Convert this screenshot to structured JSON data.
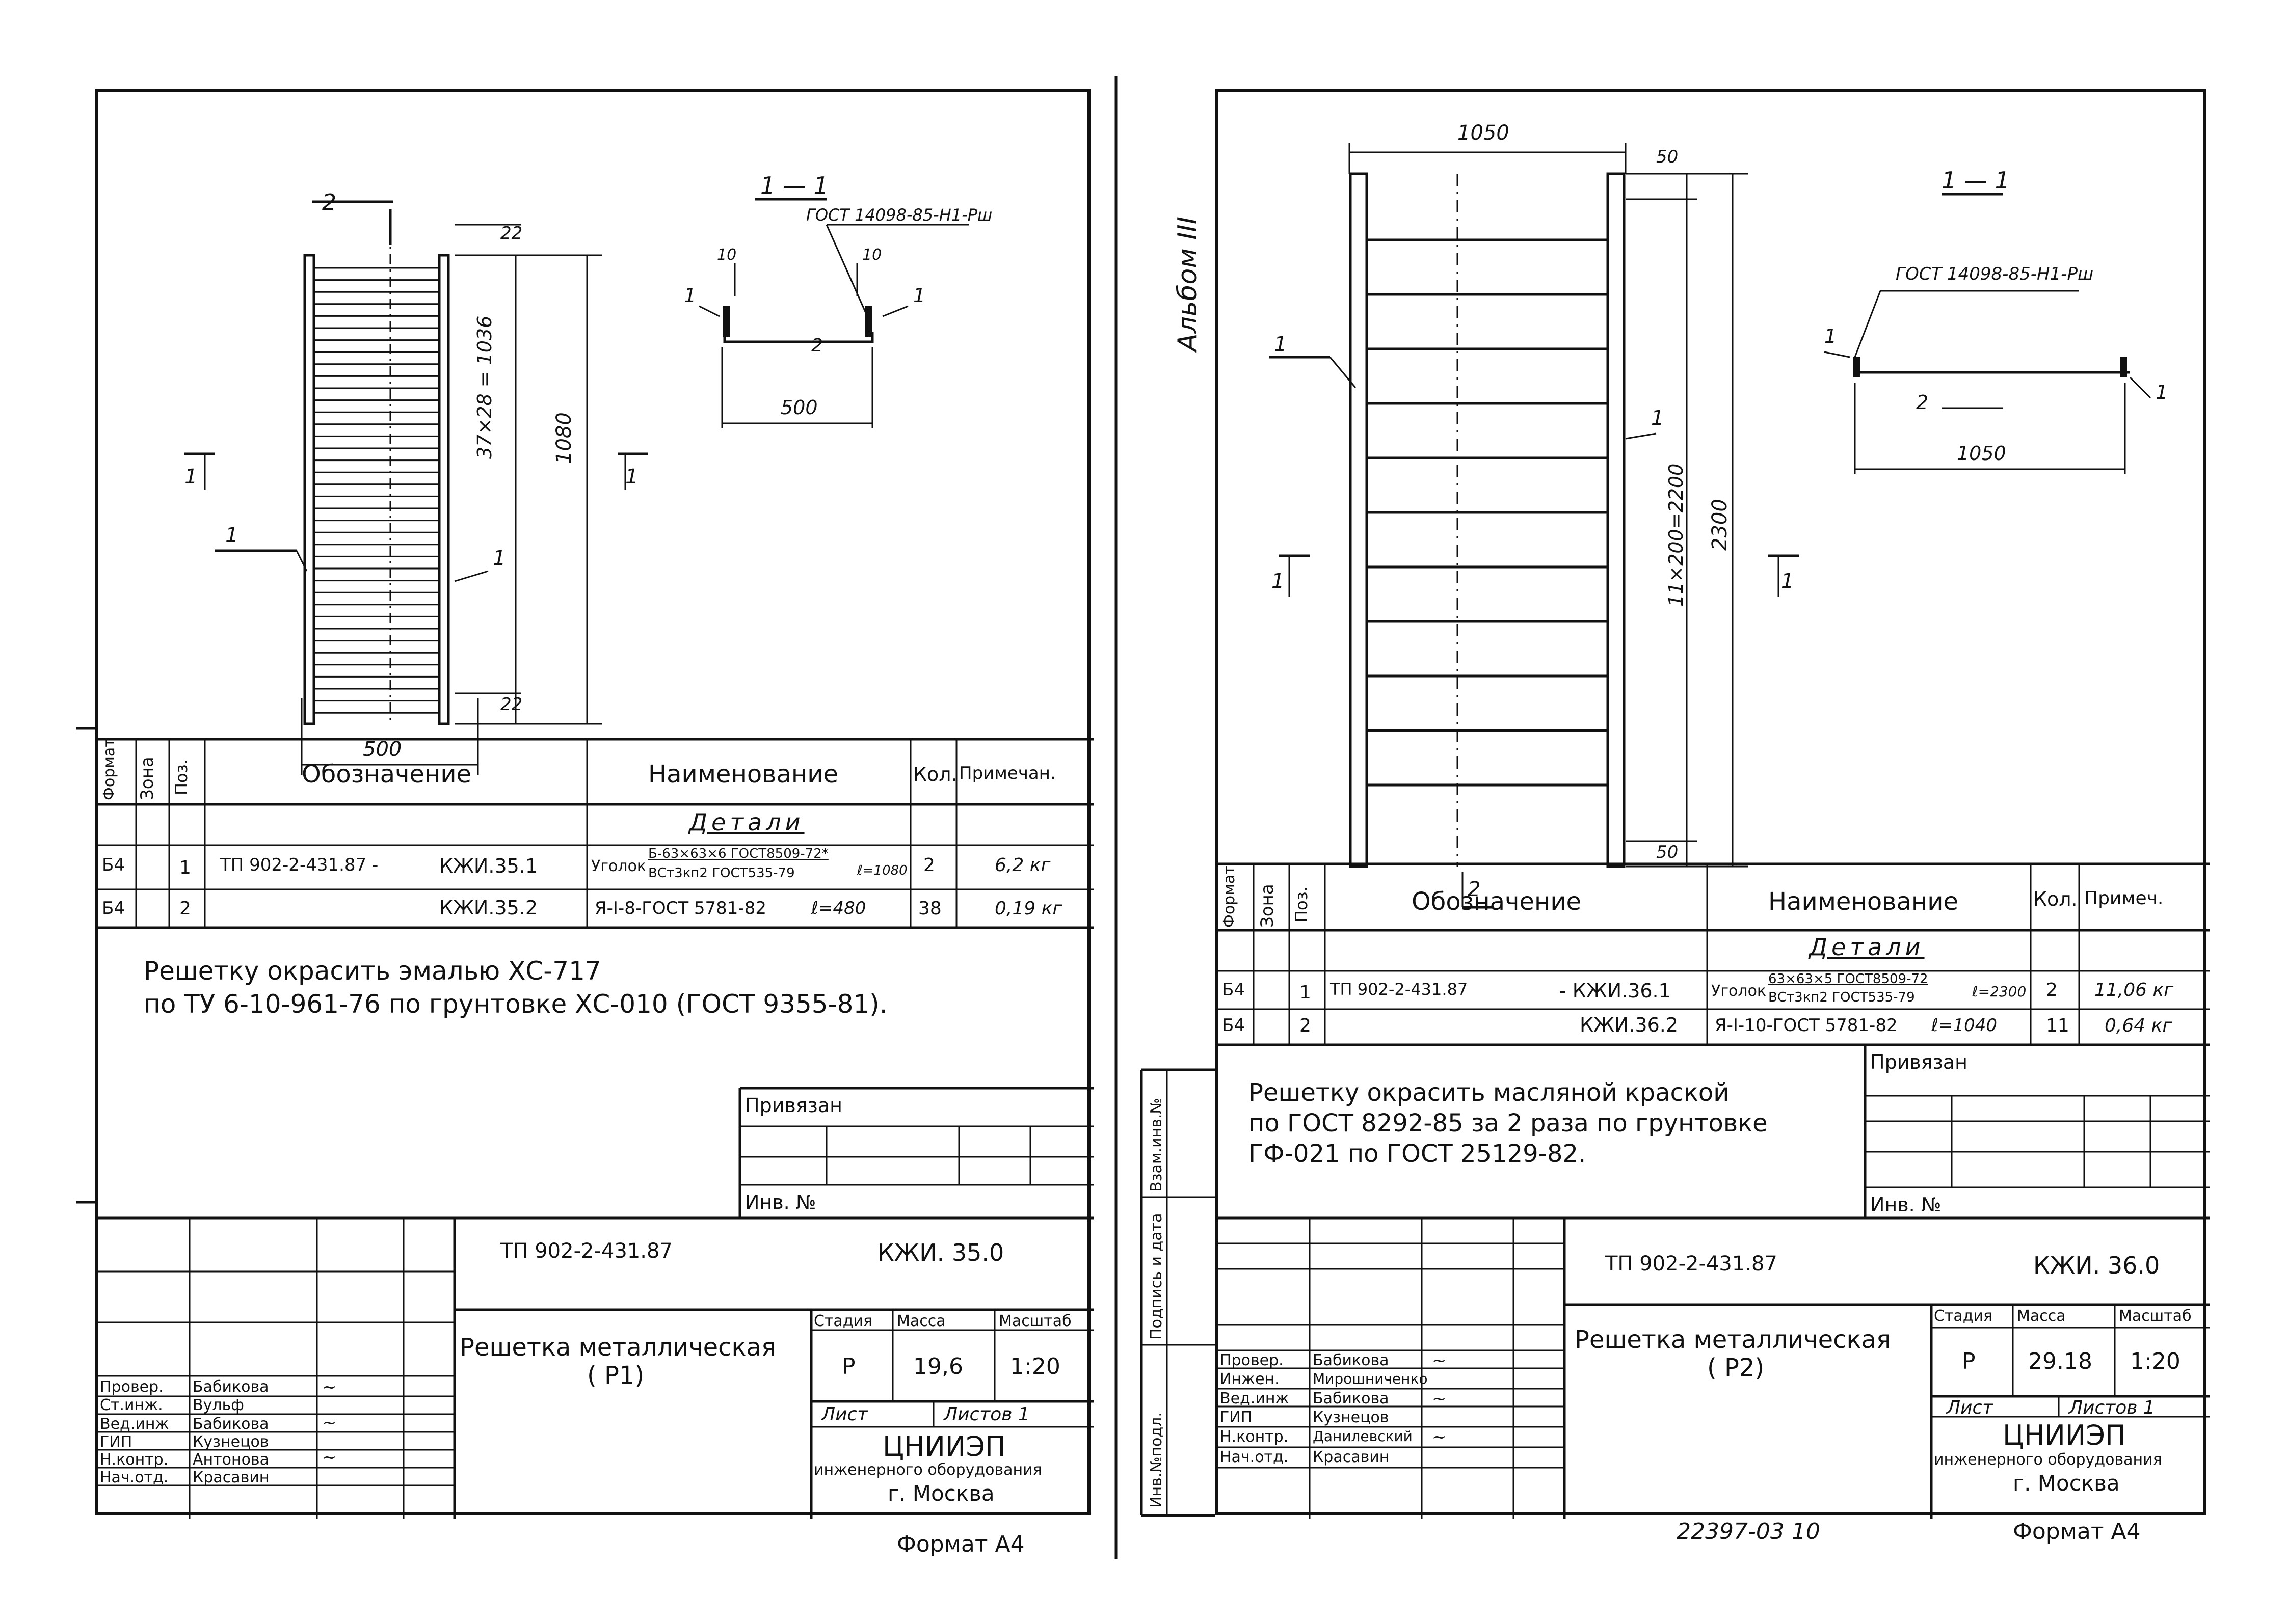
{
  "colors": {
    "ink": "#111111",
    "paper": "#ffffff"
  },
  "left": {
    "drawing": {
      "callout_top": "2",
      "dim_top_gap": "22",
      "dim_bottom_gap": "22",
      "dim_pitch": "37×28 = 1036",
      "dim_height": "1080",
      "dim_width": "500",
      "section_mark": "1",
      "callout_left": "1",
      "callout_right": "1"
    },
    "section": {
      "title": "1 — 1",
      "gost": "ГОСТ 14098-85-Н1-Рш",
      "dim_small_left": "10",
      "dim_small_right": "10",
      "mark_left": "1",
      "mark_right": "1",
      "mark_bar": "2",
      "dim_width": "500"
    },
    "table": {
      "headers": {
        "format": "Формат",
        "zone": "Зона",
        "pos": "Поз.",
        "designation": "Обозначение",
        "name": "Наименование",
        "qty": "Кол.",
        "note": "Примечан."
      },
      "group": "Детали",
      "rows": [
        {
          "format": "Б4",
          "pos": "1",
          "des_prefix": "ТП 902-2-431.87 -",
          "des": "КЖИ.35.1",
          "name_pre": "Уголок",
          "name_top": "Б-63×63×6 ГОСТ8509-72*",
          "name_bot": "ВСт3кп2 ГОСТ535-79",
          "name_len": "ℓ=1080",
          "qty": "2",
          "note": "6,2 кг"
        },
        {
          "format": "Б4",
          "pos": "2",
          "des_prefix": "",
          "des": "КЖИ.35.2",
          "name_pre": "Я-I-8-ГОСТ 5781-82",
          "name_top": "",
          "name_bot": "",
          "name_len": "ℓ=480",
          "qty": "38",
          "note": "0,19 кг"
        }
      ]
    },
    "notes": [
      "Решетку окрасить эмалью ХС-717",
      "по ТУ 6-10-961-76 по грунтовке ХС-010 (ГОСТ 9355-81)."
    ],
    "privyazan": "Привязан",
    "inv_no": "Инв. №",
    "title_block": {
      "code": "ТП 902-2-431.87",
      "sheet_code": "КЖИ. 35.0",
      "name_line1": "Решетка металлическая",
      "name_line2": "( Р1)",
      "stage_h": "Стадия",
      "mass_h": "Масса",
      "scale_h": "Масштаб",
      "stage": "Р",
      "mass": "19,6",
      "scale": "1:20",
      "sheet_h": "Лист",
      "sheets_h": "Листов 1",
      "org1": "ЦНИИЭП",
      "org2": "инженерного оборудования",
      "org3": "г. Москва",
      "roles": [
        {
          "role": "Провер.",
          "name": "Бабикова"
        },
        {
          "role": "Ст.инж.",
          "name": "Вульф"
        },
        {
          "role": "Вед.инж",
          "name": "Бабикова"
        },
        {
          "role": "ГИП",
          "name": "Кузнецов"
        },
        {
          "role": "Н.контр.",
          "name": "Антонова"
        },
        {
          "role": "Нач.отд.",
          "name": "Красавин"
        }
      ]
    },
    "format": "Формат А4"
  },
  "right": {
    "album": "Альбом III",
    "drawing": {
      "dim_top": "1050",
      "dim_top_gap": "50",
      "dim_bottom_gap": "50",
      "dim_pitch": "11×200=2200",
      "dim_height": "2300",
      "callout_left": "1",
      "callout_right": "1",
      "callout_bottom": "2",
      "section_mark": "1"
    },
    "section": {
      "title": "1 — 1",
      "gost": "ГОСТ 14098-85-Н1-Рш",
      "mark_left": "1",
      "mark_right": "1",
      "mark_bar": "2",
      "dim_width": "1050"
    },
    "table": {
      "headers": {
        "format": "Формат",
        "zone": "Зона",
        "pos": "Поз.",
        "designation": "Обозначение",
        "name": "Наименование",
        "qty": "Кол.",
        "note": "Примеч."
      },
      "group": "Детали",
      "rows": [
        {
          "format": "Б4",
          "pos": "1",
          "des_prefix": "ТП 902-2-431.87",
          "des": "- КЖИ.36.1",
          "name_pre": "Уголок",
          "name_top": "63×63×5 ГОСТ8509-72",
          "name_bot": "ВСт3кп2 ГОСТ535-79",
          "name_len": "ℓ=2300",
          "qty": "2",
          "note": "11,06 кг"
        },
        {
          "format": "Б4",
          "pos": "2",
          "des_prefix": "",
          "des": "КЖИ.36.2",
          "name_pre": "Я-I-10-ГОСТ 5781-82",
          "name_top": "",
          "name_bot": "",
          "name_len": "ℓ=1040",
          "qty": "11",
          "note": "0,64 кг"
        }
      ]
    },
    "notes": [
      "Решетку окрасить масляной краской",
      "по ГОСТ 8292-85 за 2 раза по грунтовке",
      "ГФ-021 по ГОСТ 25129-82."
    ],
    "privyazan": "Привязан",
    "inv_no": "Инв. №",
    "side_labels": [
      "Инв.№подл.",
      "Подпись и дата",
      "Взам.инв.№"
    ],
    "title_block": {
      "code": "ТП 902-2-431.87",
      "sheet_code": "КЖИ. 36.0",
      "name_line1": "Решетка металлическая",
      "name_line2": "( Р2)",
      "stage_h": "Стадия",
      "mass_h": "Масса",
      "scale_h": "Масштаб",
      "stage": "Р",
      "mass": "29.18",
      "scale": "1:20",
      "sheet_h": "Лист",
      "sheets_h": "Листов 1",
      "org1": "ЦНИИЭП",
      "org2": "инженерного оборудования",
      "org3": "г. Москва",
      "roles": [
        {
          "role": "Провер.",
          "name": "Бабикова"
        },
        {
          "role": "Инжен.",
          "name": "Мирошниченко"
        },
        {
          "role": "Вед.инж",
          "name": "Бабикова"
        },
        {
          "role": "ГИП",
          "name": "Кузнецов"
        },
        {
          "role": "Н.контр.",
          "name": "Данилевский"
        },
        {
          "role": "Нач.отд.",
          "name": "Красавин"
        }
      ]
    },
    "format": "Формат А4",
    "doc_number": "22397-03  10"
  }
}
